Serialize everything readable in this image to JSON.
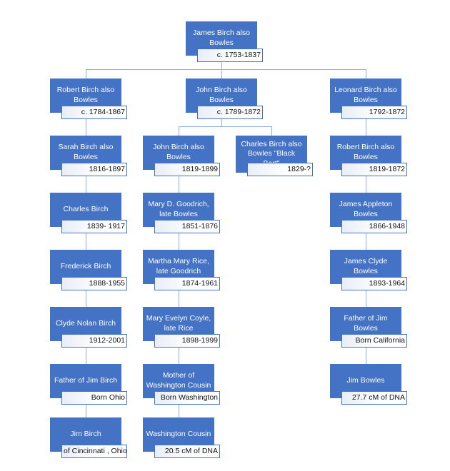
{
  "colors": {
    "node_fill": "#4472C4",
    "node_text": "#FFFFFF",
    "detail_border": "#4472C4",
    "connector": "#8FAADC"
  },
  "nodes": [
    {
      "id": "james",
      "name": "James Birch also\nBowles",
      "detail": "c. 1753-1837"
    },
    {
      "id": "robert1",
      "name": "Robert Birch also\nBowles",
      "detail": "c. 1784-1867"
    },
    {
      "id": "john1",
      "name": "John Birch also\nBowles",
      "detail": "c. 1789-1872"
    },
    {
      "id": "leonard",
      "name": "Leonard Birch also\nBowles",
      "detail": "1792-1872"
    },
    {
      "id": "sarah",
      "name": "Sarah Birch also\nBowles",
      "detail": "1816-1897"
    },
    {
      "id": "john2",
      "name": "John Birch also\nBowles",
      "detail": "1819-1899"
    },
    {
      "id": "charlesbb",
      "name": "Charles Birch also\nBowles \"Black\nBart\"",
      "detail": "1829-?"
    },
    {
      "id": "robert2",
      "name": "Robert Birch also\nBowles",
      "detail": "1819-1872"
    },
    {
      "id": "charles",
      "name": "Charles Birch",
      "detail": "1839- 1917"
    },
    {
      "id": "maryg",
      "name": "Mary D. Goodrich,\nlate Bowles",
      "detail": "1851-1876"
    },
    {
      "id": "jamesa",
      "name": "James Appleton\nBowles",
      "detail": "1866-1948"
    },
    {
      "id": "frederick",
      "name": "Frederick Birch",
      "detail": "1888-1955"
    },
    {
      "id": "martha",
      "name": "Martha Mary Rice,\nlate Goodrich",
      "detail": "1874-1961"
    },
    {
      "id": "jamesc",
      "name": "James Clyde\nBowles",
      "detail": "1893-1964"
    },
    {
      "id": "clyde",
      "name": "Clyde Nolan Birch",
      "detail": "1912-2001"
    },
    {
      "id": "marye",
      "name": "Mary Evelyn Coyle,\nlate Rice",
      "detail": "1898-1999"
    },
    {
      "id": "fatherjimbowles",
      "name": "Father of Jim\nBowles",
      "detail": "Born California"
    },
    {
      "id": "fatherjimbirch",
      "name": "Father of Jim Birch",
      "detail": "Born Ohio"
    },
    {
      "id": "mother",
      "name": "Mother of\nWashington Cousin",
      "detail": "Born Washington"
    },
    {
      "id": "jimbowles",
      "name": "Jim Bowles",
      "detail": "27.7 cM of DNA"
    },
    {
      "id": "jimbirch",
      "name": "Jim Birch",
      "detail": "of Cincinnati , Ohio"
    },
    {
      "id": "washingtoncousin",
      "name": "Washington Cousin",
      "detail": "20.5 cM of DNA"
    }
  ],
  "edges": [
    {
      "from": "james",
      "to": "robert1"
    },
    {
      "from": "james",
      "to": "john1"
    },
    {
      "from": "james",
      "to": "leonard"
    },
    {
      "from": "robert1",
      "to": "sarah"
    },
    {
      "from": "john1",
      "to": "john2"
    },
    {
      "from": "john1",
      "to": "charlesbb"
    },
    {
      "from": "leonard",
      "to": "robert2"
    },
    {
      "from": "sarah",
      "to": "charles"
    },
    {
      "from": "john2",
      "to": "maryg"
    },
    {
      "from": "robert2",
      "to": "jamesa"
    },
    {
      "from": "charles",
      "to": "frederick"
    },
    {
      "from": "maryg",
      "to": "martha"
    },
    {
      "from": "jamesa",
      "to": "jamesc"
    },
    {
      "from": "frederick",
      "to": "clyde"
    },
    {
      "from": "martha",
      "to": "marye"
    },
    {
      "from": "jamesc",
      "to": "fatherjimbowles"
    },
    {
      "from": "clyde",
      "to": "fatherjimbirch"
    },
    {
      "from": "marye",
      "to": "mother"
    },
    {
      "from": "fatherjimbowles",
      "to": "jimbowles"
    },
    {
      "from": "fatherjimbirch",
      "to": "jimbirch"
    },
    {
      "from": "mother",
      "to": "washingtoncousin"
    }
  ]
}
